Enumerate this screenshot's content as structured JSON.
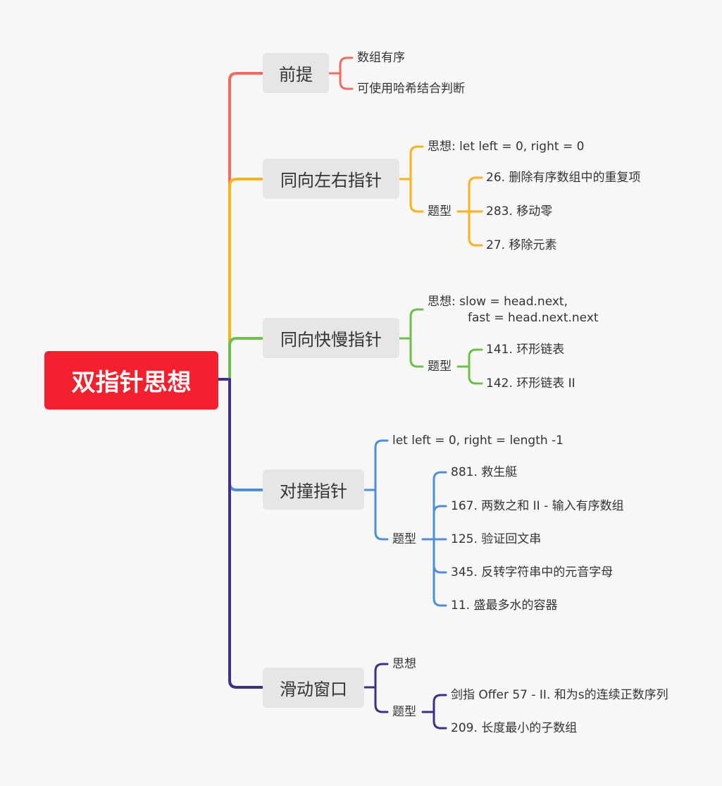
{
  "root": {
    "label": "双指针思想"
  },
  "branches": [
    {
      "label": "前提",
      "color": "#f26b5e",
      "children": [
        {
          "label": "数组有序"
        },
        {
          "label": "可使用哈希结合判断"
        }
      ]
    },
    {
      "label": "同向左右指针",
      "color": "#f9b21c",
      "children": [
        {
          "label": "思想:  let left =  0, right = 0"
        },
        {
          "label": "题型",
          "children": [
            {
              "label": "26. 删除有序数组中的重复项"
            },
            {
              "label": "283. 移动零"
            },
            {
              "label": "27. 移除元素"
            }
          ]
        }
      ]
    },
    {
      "label": "同向快慢指针",
      "color": "#6cc04a",
      "children": [
        {
          "label": "思想:  slow = head.next,",
          "label2": "fast = head.next.next"
        },
        {
          "label": "题型",
          "children": [
            {
              "label": "141. 环形链表"
            },
            {
              "label": "142. 环形链表 II"
            }
          ]
        }
      ]
    },
    {
      "label": "对撞指针",
      "color": "#4f8fd9",
      "children": [
        {
          "label": "let left = 0, right = length -1"
        },
        {
          "label": "题型",
          "children": [
            {
              "label": "881. 救生艇"
            },
            {
              "label": "167. 两数之和 II - 输入有序数组"
            },
            {
              "label": "125. 验证回文串"
            },
            {
              "label": "345. 反转字符串中的元音字母"
            },
            {
              "label": "11. 盛最多水的容器"
            }
          ]
        }
      ]
    },
    {
      "label": "滑动窗口",
      "color": "#3f3087",
      "children": [
        {
          "label": "思想"
        },
        {
          "label": "题型",
          "children": [
            {
              "label": "剑指 Offer 57 - II. 和为s的连续正数序列"
            },
            {
              "label": "209. 长度最小的子数组"
            }
          ]
        }
      ]
    }
  ]
}
